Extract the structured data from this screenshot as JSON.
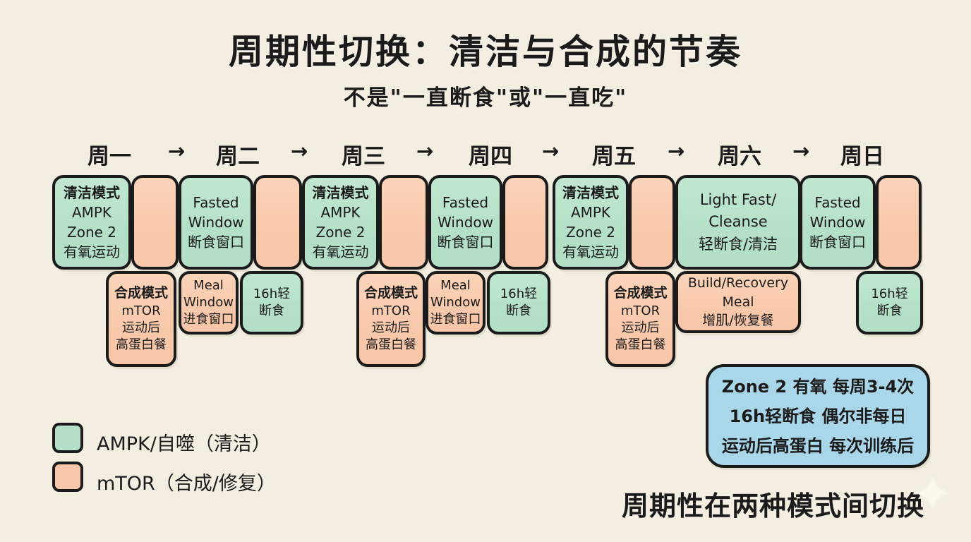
{
  "title": "周期性切换：清洁与合成的节奏",
  "subtitle": "不是\"一直断食\"或\"一直吃\"",
  "arrow": "→",
  "days": [
    "周一",
    "周二",
    "周三",
    "周四",
    "周五",
    "周六",
    "周日"
  ],
  "schedule": {
    "top_row": [
      {
        "type": "cleanse-mode",
        "color": "green",
        "title": "清洁模式",
        "lines": [
          "AMPK",
          "Zone 2",
          "有氧运动"
        ]
      },
      {
        "type": "spacer",
        "color": "peach"
      },
      {
        "type": "fasted-window",
        "color": "green",
        "lines": [
          "Fasted",
          "Window",
          "断食窗口"
        ]
      },
      {
        "type": "spacer",
        "color": "peach"
      },
      {
        "type": "cleanse-mode",
        "color": "green",
        "title": "清洁模式",
        "lines": [
          "AMPK",
          "Zone 2",
          "有氧运动"
        ]
      },
      {
        "type": "spacer",
        "color": "peach"
      },
      {
        "type": "fasted-window",
        "color": "green",
        "lines": [
          "Fasted",
          "Window",
          "断食窗口"
        ]
      },
      {
        "type": "spacer",
        "color": "peach"
      },
      {
        "type": "cleanse-mode",
        "color": "green",
        "title": "清洁模式",
        "lines": [
          "AMPK",
          "Zone 2",
          "有氧运动"
        ]
      },
      {
        "type": "spacer",
        "color": "peach"
      },
      {
        "type": "light-fast-cleanse",
        "color": "green",
        "lines": [
          "Light Fast/",
          "Cleanse",
          "轻断食/清洁"
        ]
      },
      {
        "type": "fasted-window",
        "color": "green",
        "lines": [
          "Fasted",
          "Window",
          "断食窗口"
        ]
      },
      {
        "type": "spacer",
        "color": "peach"
      }
    ],
    "bottom_row": [
      {
        "type": "synthesis-mode",
        "color": "peach",
        "title": "合成模式",
        "lines": [
          "mTOR",
          "运动后",
          "高蛋白餐"
        ]
      },
      {
        "type": "meal-window",
        "color": "peach",
        "lines": [
          "Meal",
          "Window",
          "进食窗口"
        ]
      },
      {
        "type": "fast-16h",
        "color": "green",
        "lines": [
          "16h轻",
          "断食"
        ]
      },
      {
        "type": "synthesis-mode",
        "color": "peach",
        "title": "合成模式",
        "lines": [
          "mTOR",
          "运动后",
          "高蛋白餐"
        ]
      },
      {
        "type": "meal-window",
        "color": "peach",
        "lines": [
          "Meal",
          "Window",
          "进食窗口"
        ]
      },
      {
        "type": "fast-16h",
        "color": "green",
        "lines": [
          "16h轻",
          "断食"
        ]
      },
      {
        "type": "synthesis-mode",
        "color": "peach",
        "title": "合成模式",
        "lines": [
          "mTOR",
          "运动后",
          "高蛋白餐"
        ]
      },
      {
        "type": "build-recovery-meal",
        "color": "peach",
        "lines": [
          "Build/Recovery",
          "Meal",
          "增肌/恢复餐"
        ]
      },
      {
        "type": "fast-16h",
        "color": "green",
        "lines": [
          "16h轻",
          "断食"
        ]
      }
    ]
  },
  "legend": {
    "items": [
      {
        "color": "green",
        "label": "AMPK/自噬（清洁）"
      },
      {
        "color": "peach",
        "label": "mTOR（合成/修复）"
      }
    ]
  },
  "info_box": {
    "lines": [
      "Zone 2 有氧 每周3-4次",
      "16h轻断食 偶尔非每日",
      "运动后高蛋白 每次训练后"
    ]
  },
  "footer": {
    "text": "周期性在两种模式间切换",
    "sparkle_icon": "✦"
  },
  "colors": {
    "background": "#f3eee1",
    "green": "#b2dfc6",
    "peach": "#f8c7a9",
    "blue": "#a9d6e9",
    "ink": "#1b1b1b"
  }
}
